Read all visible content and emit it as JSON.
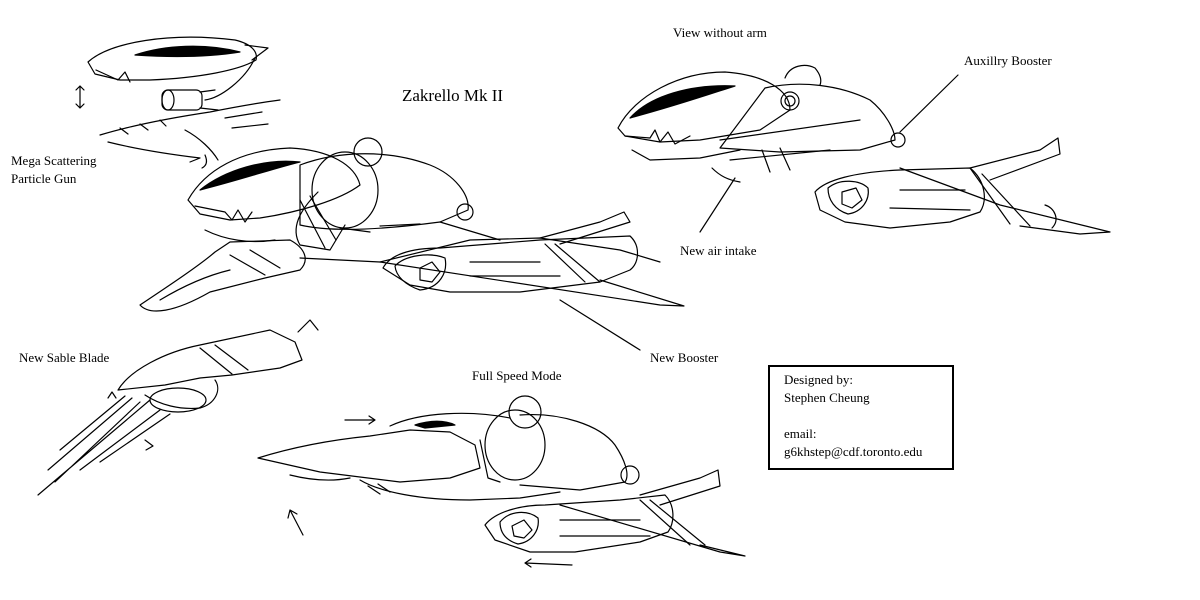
{
  "title": "Zakrello Mk II",
  "labels": {
    "mega_gun_line1": "Mega Scattering",
    "mega_gun_line2": "Particle Gun",
    "view_without_arm": "View without arm",
    "auxiliary_booster": "Auxillry Booster",
    "new_air_intake": "New air intake",
    "new_sable_blade": "New Sable Blade",
    "full_speed_mode": "Full Speed Mode",
    "new_booster": "New Booster"
  },
  "credits": {
    "designed_by": "Designed by:",
    "designer": "Stephen Cheung",
    "email_label": "email:",
    "email": "g6khstep@cdf.toronto.edu"
  }
}
